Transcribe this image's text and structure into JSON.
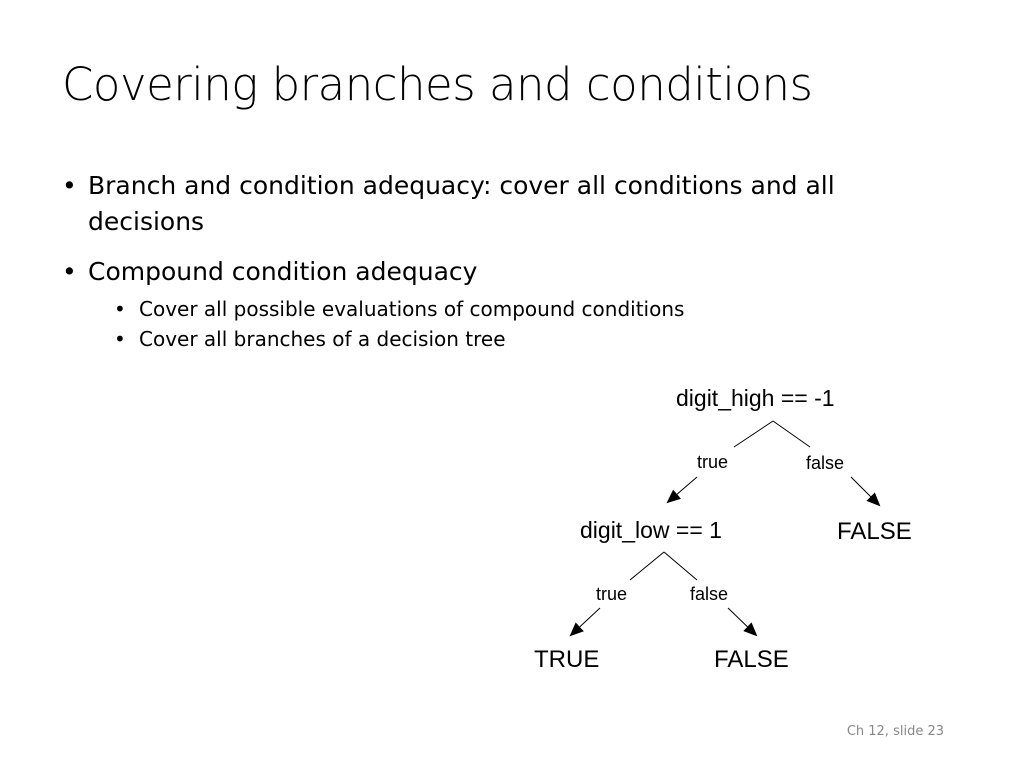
{
  "slide": {
    "title": "Covering branches and conditions",
    "bullets": [
      {
        "text": "Branch and condition adequacy: cover all conditions and all decisions"
      },
      {
        "text": "Compound condition adequacy",
        "sub": [
          "Cover all possible evaluations of compound conditions",
          "Cover all branches of a decision tree"
        ]
      }
    ],
    "bullet_glyph": "•",
    "footer": "Ch 12, slide 23"
  },
  "diagram": {
    "root": "digit_high == -1",
    "root_true_label": "true",
    "root_false_label": "false",
    "inner": "digit_low == 1",
    "root_false_leaf": "FALSE",
    "inner_true_label": "true",
    "inner_false_label": "false",
    "inner_true_leaf": "TRUE",
    "inner_false_leaf": "FALSE"
  }
}
